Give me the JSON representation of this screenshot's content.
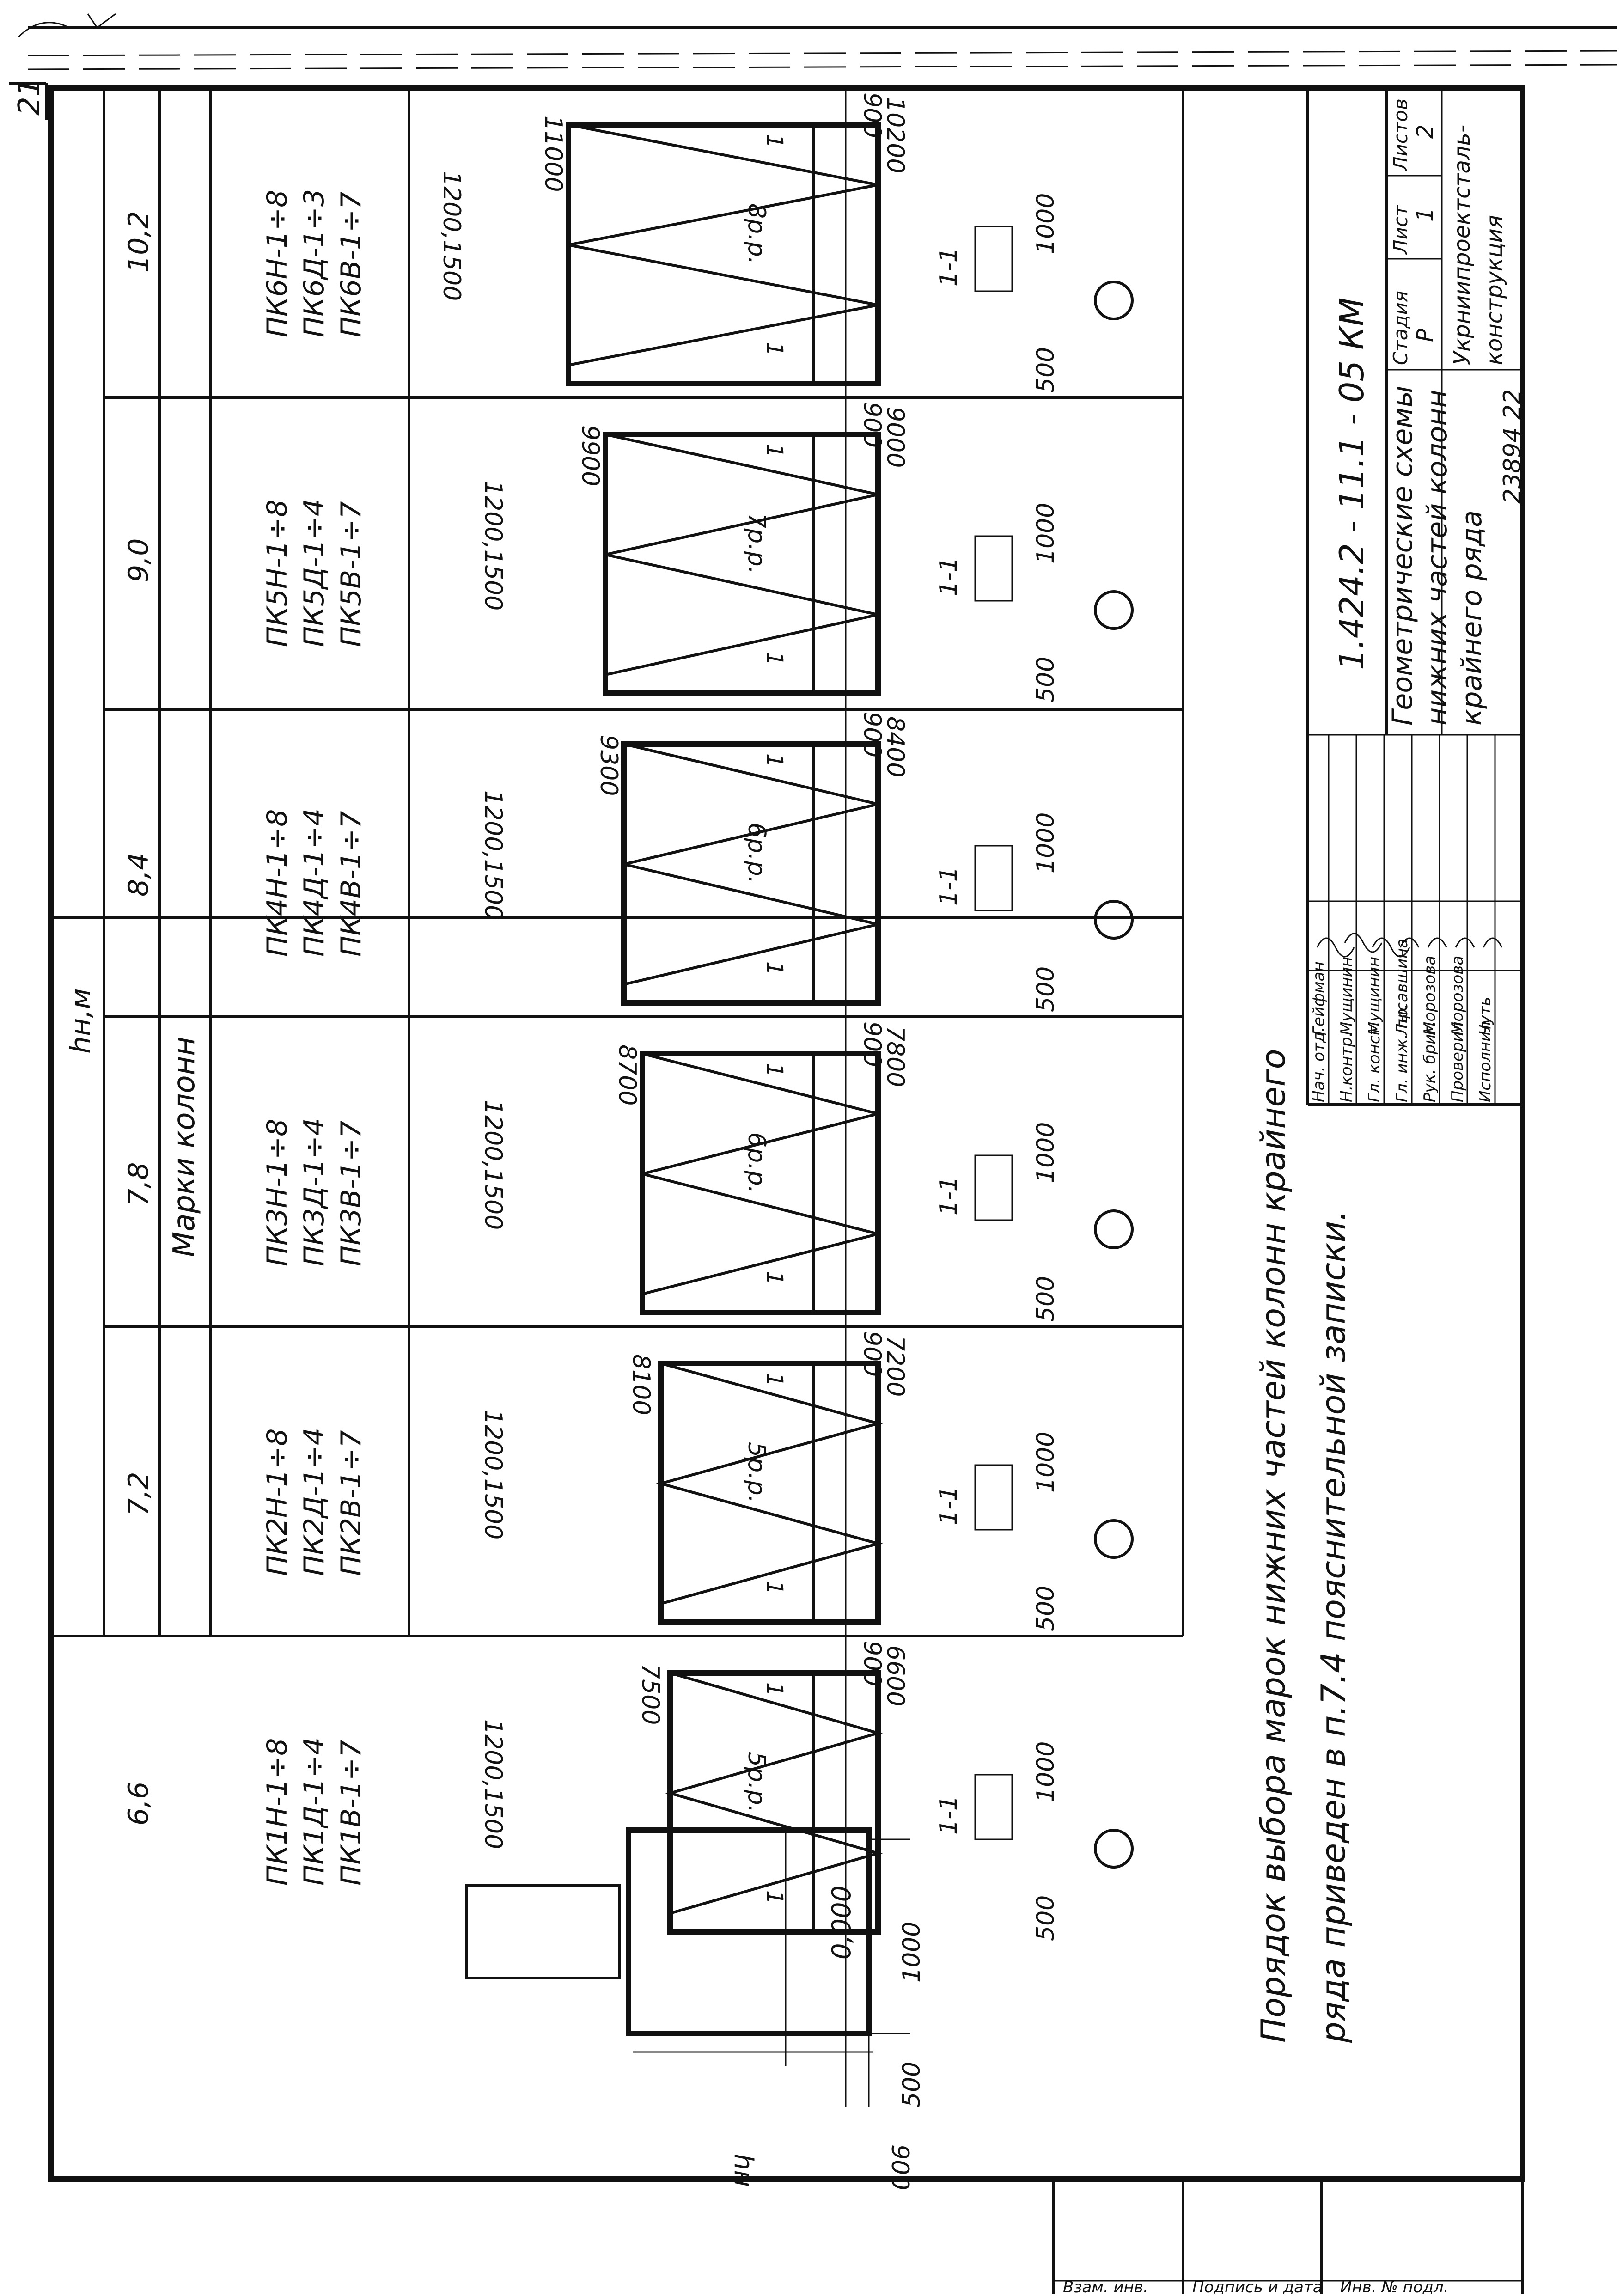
{
  "page_number": "21",
  "stamp_code": "23894  22",
  "header": {
    "height_label": "hн,м",
    "marks_label": "Марки колонн"
  },
  "heights": [
    "6,6",
    "7,2",
    "7,8",
    "8,4",
    "9,0",
    "10,2"
  ],
  "marks": [
    [
      "ПК1Н-1÷8",
      "ПК1Д-1÷4",
      "ПК1В-1÷7"
    ],
    [
      "ПК2Н-1÷8",
      "ПК2Д-1÷4",
      "ПК2В-1÷7"
    ],
    [
      "ПК3Н-1÷8",
      "ПК3Д-1÷4",
      "ПК3В-1÷7"
    ],
    [
      "ПК4Н-1÷8",
      "ПК4Д-1÷4",
      "ПК4В-1÷7"
    ],
    [
      "ПК5Н-1÷8",
      "ПК5Д-1÷4",
      "ПК5В-1÷7"
    ],
    [
      "ПК6Н-1÷8",
      "ПК6Д-1÷3",
      "ПК6В-1÷7"
    ]
  ],
  "column_drawings": [
    {
      "total": "6600",
      "upper": "7500",
      "panels": "5р.р.",
      "widths": "1200,1500"
    },
    {
      "total": "7200",
      "upper": "8100",
      "panels": "5р.р.",
      "widths": "1200,1500"
    },
    {
      "total": "7800",
      "upper": "8700",
      "panels": "6р.р.",
      "widths": "1200,1500"
    },
    {
      "total": "8400",
      "upper": "9300",
      "panels": "6р.р.",
      "widths": "1200,1500"
    },
    {
      "total": "9000",
      "upper": "9900",
      "panels": "7р.р.",
      "widths": "1200,1500"
    },
    {
      "total": "10200",
      "upper": "11000",
      "panels": "8р.р.",
      "widths": "1200,1500"
    }
  ],
  "drawing_labels": {
    "section": "1-1",
    "dim_500": "500",
    "dim_1000": "1000",
    "dim_900": "900",
    "sec_mark": "1"
  },
  "left_scheme": {
    "zero_mark": "0,000",
    "dim_1000": "1000",
    "dim_500": "500",
    "dim_900": "900",
    "hn": "hн"
  },
  "note_line1": "Порядок выбора марок нижних частей колонн крайнего",
  "note_line2": "ряда приведен в п.7.4 пояснительной записки.",
  "title_block": {
    "doc_code": "1.424.2 - 11.1 - 05 КМ",
    "sheet_title_1": "Геометрические схемы",
    "sheet_title_2": "нижних частей колонн",
    "sheet_title_3": "крайнего ряда",
    "stage_label": "Стадия",
    "stage_value": "Р",
    "sheet_label": "Лист",
    "sheet_value": "1",
    "sheets_label": "Листов",
    "sheets_value": "2",
    "org_1": "Укрниипроектсталь-",
    "org_2": "конструкция",
    "signers": [
      {
        "role": "Нач. отд.",
        "name": "Гейфман"
      },
      {
        "role": "Н.контр.",
        "name": "Мущинин"
      },
      {
        "role": "Гл. конст.",
        "name": "Мущинин"
      },
      {
        "role": "Гл. инж. пр.",
        "name": "Лысавщина"
      },
      {
        "role": "Рук. бриг.",
        "name": "Морозова"
      },
      {
        "role": "Проверил",
        "name": "Морозова"
      },
      {
        "role": "Исполнил",
        "name": "Чуть"
      }
    ]
  },
  "bottom_strip": [
    "Инв. № подл.",
    "Подпись и дата",
    "Взам. инв."
  ]
}
